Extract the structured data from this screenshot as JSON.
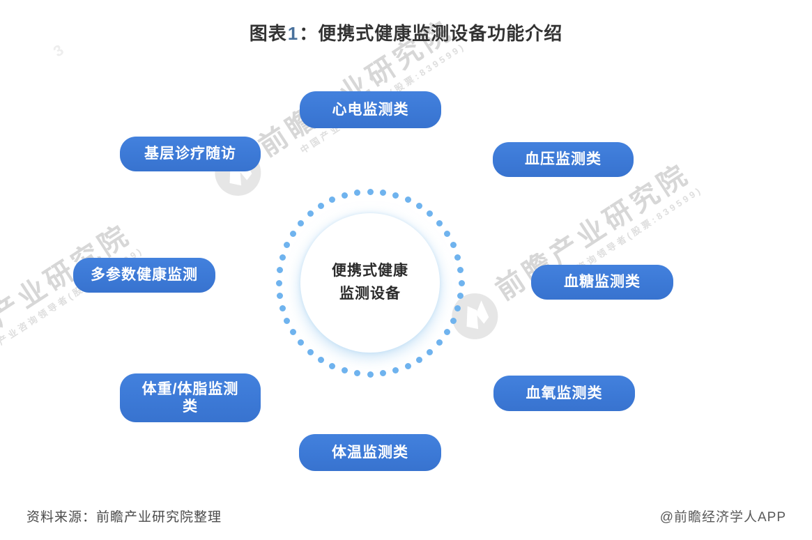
{
  "title": {
    "prefix": "图表",
    "number": "1",
    "suffix": "：便携式健康监测设备功能介绍"
  },
  "center": {
    "line1": "便携式健康",
    "line2": "监测设备"
  },
  "nodes": [
    {
      "id": "ecg",
      "label": "心电监测类"
    },
    {
      "id": "primary-care",
      "label": "基层诊疗随访"
    },
    {
      "id": "blood-pressure",
      "label": "血压监测类"
    },
    {
      "id": "multi-parameter",
      "label": "多参数健康监测"
    },
    {
      "id": "blood-glucose",
      "label": "血糖监测类"
    },
    {
      "id": "weight-bodyfat",
      "label": "体重/体脂监测类"
    },
    {
      "id": "blood-oxygen",
      "label": "血氧监测类"
    },
    {
      "id": "temperature",
      "label": "体温监测类"
    }
  ],
  "footer": {
    "source": "资料来源：前瞻产业研究院整理",
    "credit": "@前瞻经济学人APP"
  },
  "watermark": {
    "brand": "前瞻产业研究院",
    "tagline": "中国产业咨询领导者(股票:839599)",
    "fragment": "3"
  },
  "colors": {
    "pill_blue": "#3c79d6",
    "dot_blue": "#6fb3ee",
    "title_text": "#333333",
    "footer_text": "#4a4a4a",
    "watermark_gray": "#d7d7d7"
  }
}
